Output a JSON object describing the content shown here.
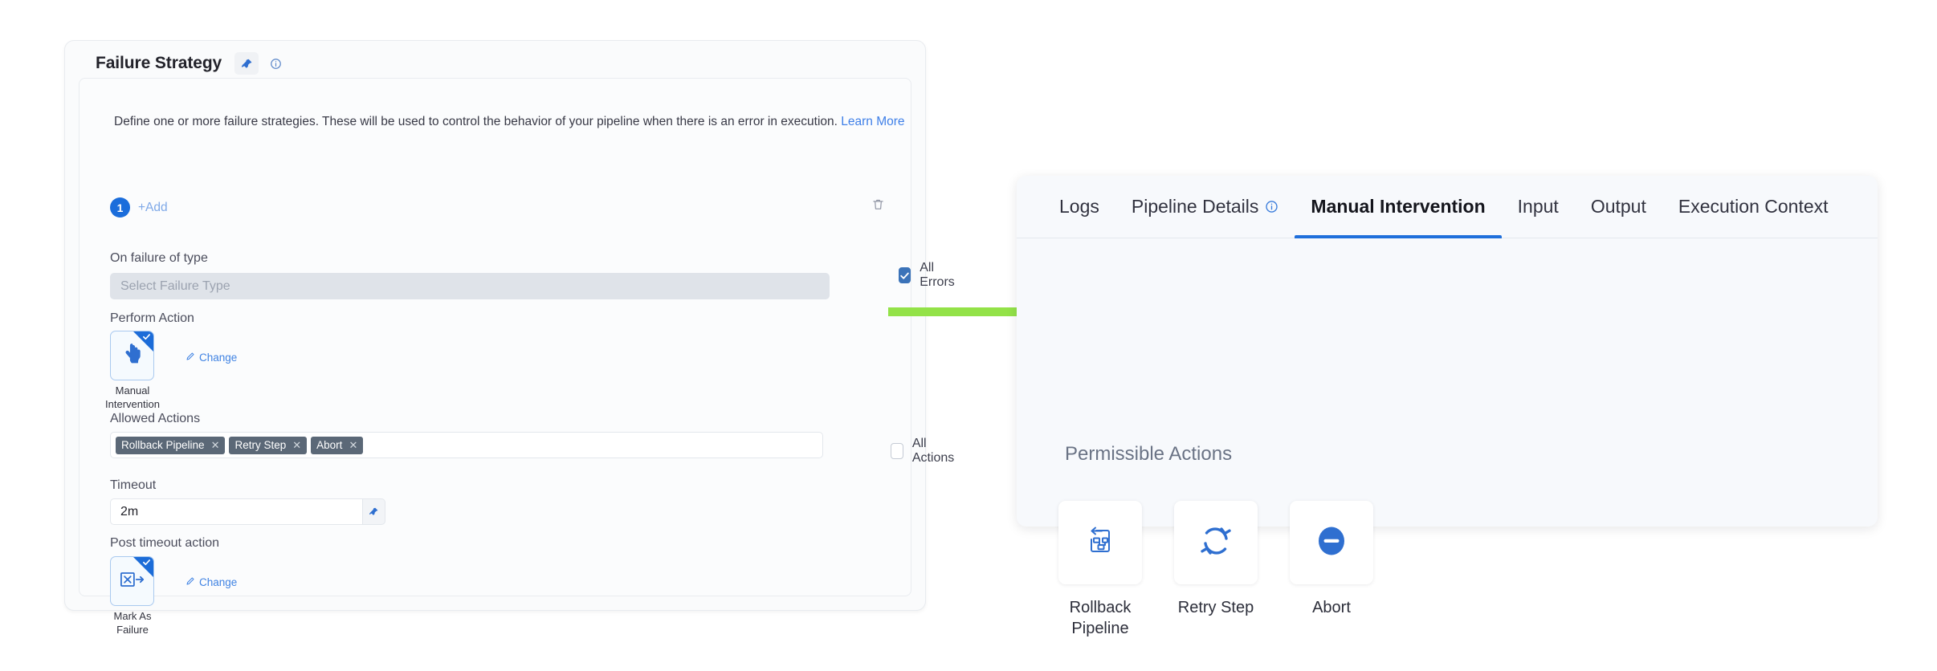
{
  "left_panel": {
    "title": "Failure Strategy",
    "pin_icon": "pin-icon",
    "info_icon": "info-circle-icon",
    "description": "Define one or more failure strategies. These will be used to control the behavior of your pipeline when there is an error in execution.",
    "learn_more": "Learn More",
    "strategy_index": "1",
    "add_label": "+Add",
    "delete_icon": "trash-icon",
    "on_failure_of_type": {
      "label": "On failure of type",
      "placeholder": "Select Failure Type",
      "value": "",
      "checkbox_label": "All Errors",
      "checked": true
    },
    "perform_action": {
      "label": "Perform Action",
      "tile_caption": "Manual Intervention",
      "tile_icon": "hand-pointer-icon",
      "selected": true,
      "change_label": "Change",
      "change_icon": "pencil-icon"
    },
    "allowed_actions": {
      "label": "Allowed Actions",
      "tags": [
        "Rollback Pipeline",
        "Retry Step",
        "Abort"
      ],
      "remove_icon": "close-x-icon",
      "checkbox_label": "All Actions",
      "checked": false
    },
    "timeout": {
      "label": "Timeout",
      "value": "2m",
      "pin_icon": "pin-icon"
    },
    "post_timeout_action": {
      "label": "Post timeout action",
      "tile_caption": "Mark As Failure",
      "tile_icon": "mark-as-failure-icon",
      "selected": true,
      "change_label": "Change",
      "change_icon": "pencil-icon"
    }
  },
  "annotation": {
    "arrow_color": "#93e248",
    "arrow_icon": "right-arrow-annotation"
  },
  "right_panel": {
    "tabs": [
      {
        "label": "Logs",
        "active": false,
        "info_icon": false
      },
      {
        "label": "Pipeline Details",
        "active": false,
        "info_icon": true
      },
      {
        "label": "Manual Intervention",
        "active": true,
        "info_icon": false
      },
      {
        "label": "Input",
        "active": false,
        "info_icon": false
      },
      {
        "label": "Output",
        "active": false,
        "info_icon": false
      },
      {
        "label": "Execution Context",
        "active": false,
        "info_icon": false
      }
    ],
    "section_title": "Permissible Actions",
    "actions": [
      {
        "label": "Rollback Pipeline",
        "icon": "rollback-pipeline-icon"
      },
      {
        "label": "Retry Step",
        "icon": "retry-refresh-icon"
      },
      {
        "label": "Abort",
        "icon": "abort-minus-circle-icon"
      }
    ]
  },
  "colors": {
    "accent_blue": "#1f6fdb",
    "tag_gray": "#5b6877",
    "arrow_green": "#93e248"
  }
}
